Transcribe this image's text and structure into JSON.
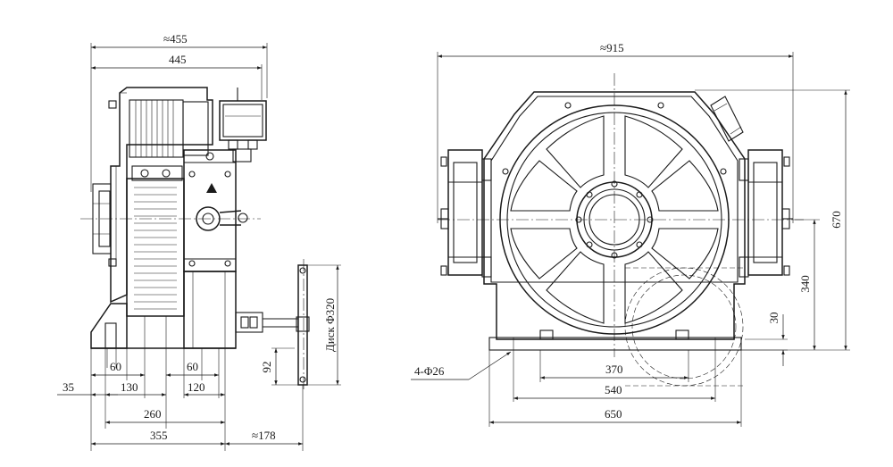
{
  "side_view": {
    "dims": {
      "overall_width_approx": "≈455",
      "width": "445",
      "d60_left": "60",
      "d60_right": "60",
      "d35": "35",
      "d130": "130",
      "d120": "120",
      "d260": "260",
      "d355": "355",
      "d178": "≈178",
      "d92": "92",
      "disc_label": "Диск Φ320"
    }
  },
  "front_view": {
    "dims": {
      "overall_width_approx": "≈915",
      "height_670": "670",
      "height_340": "340",
      "d30": "30",
      "d370": "370",
      "d540": "540",
      "d650": "650",
      "bolt_holes": "4-Φ26"
    }
  }
}
